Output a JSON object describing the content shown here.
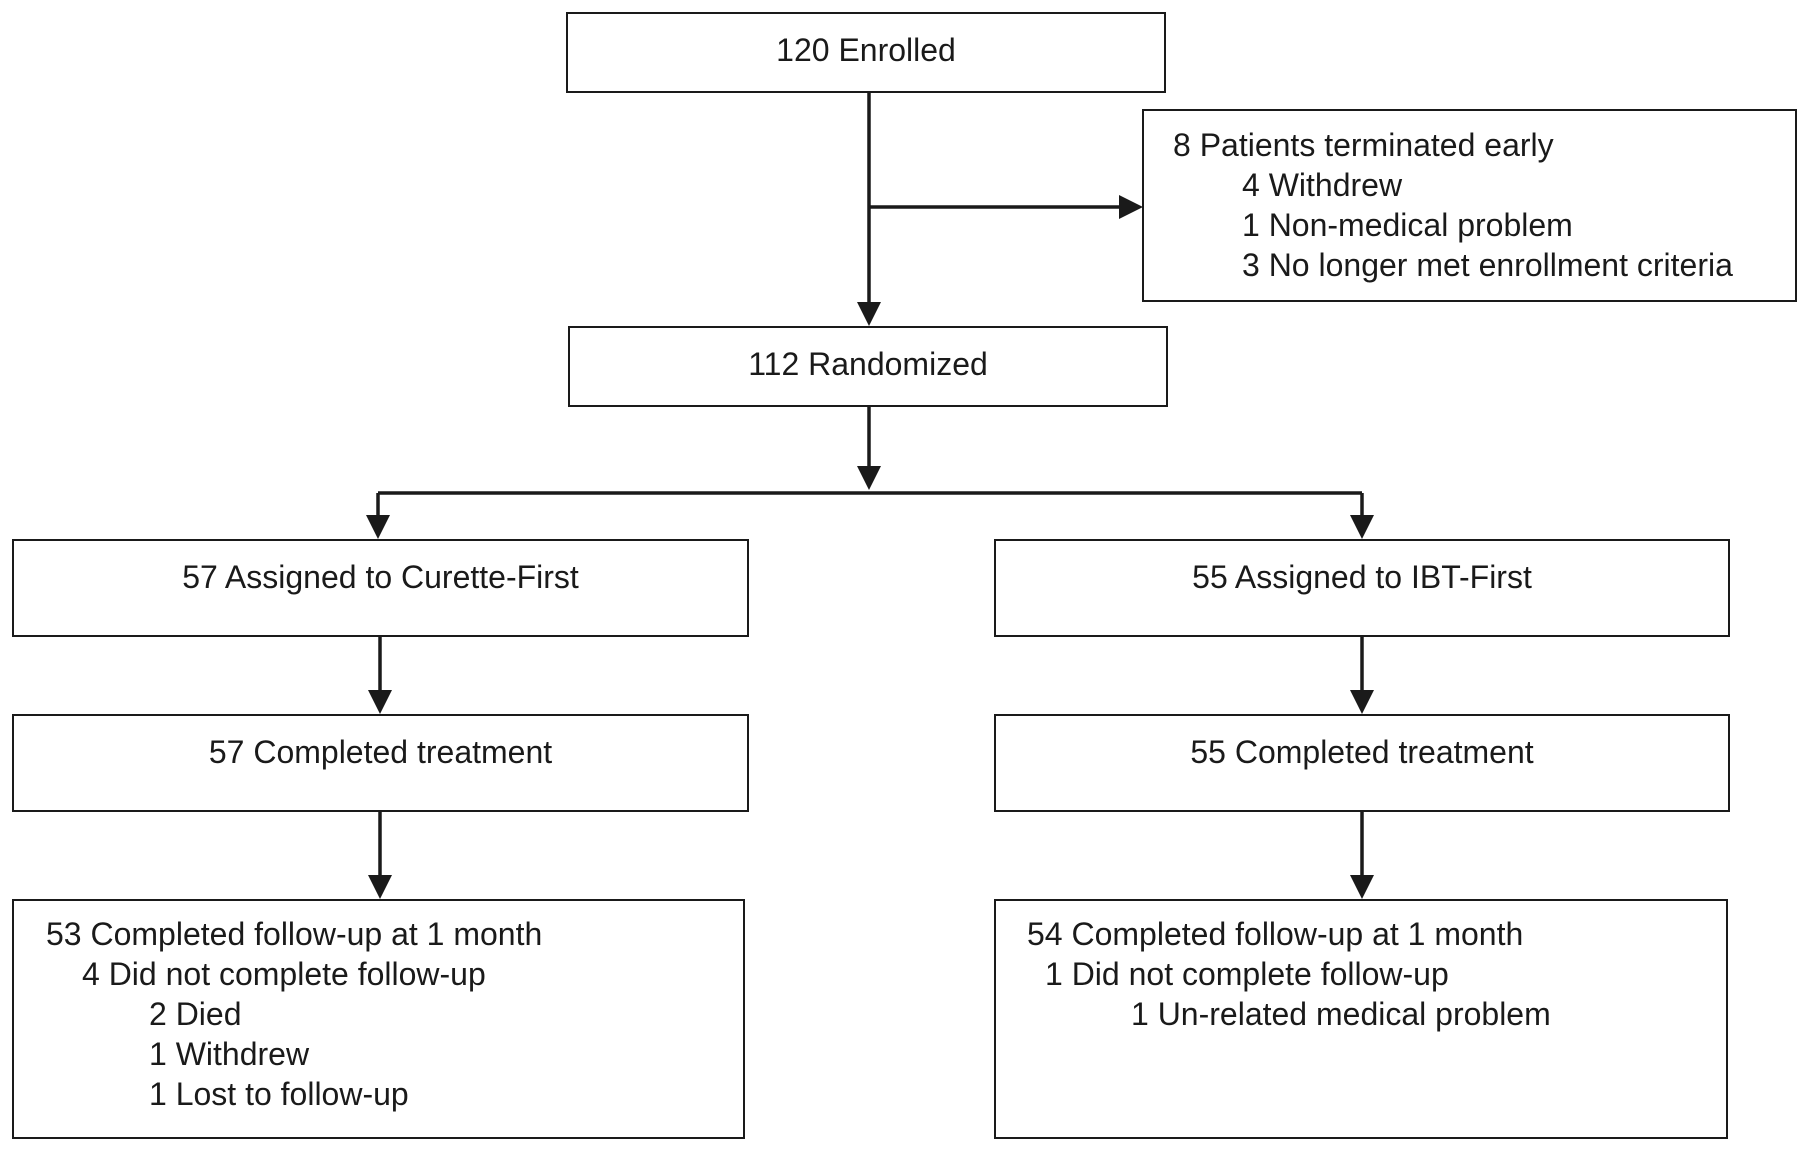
{
  "enrolled": {
    "text": "120 Enrolled"
  },
  "terminated": {
    "title": "8 Patients terminated early",
    "items": [
      "4 Withdrew",
      "1 Non-medical problem",
      "3 No longer met enrollment criteria"
    ]
  },
  "randomized": {
    "text": "112 Randomized"
  },
  "curette_arm": {
    "assigned": "57 Assigned to Curette-First",
    "completed": "57 Completed treatment",
    "followup": {
      "completed": "53 Completed follow-up at 1 month",
      "not_completed": "4 Did not complete follow-up",
      "reasons": [
        "2 Died",
        "1 Withdrew",
        "1 Lost to follow-up"
      ]
    }
  },
  "ibt_arm": {
    "assigned": "55 Assigned to IBT-First",
    "completed": "55 Completed treatment",
    "followup": {
      "completed": "54 Completed follow-up at 1 month",
      "not_completed": "1 Did not complete follow-up",
      "reasons": [
        "1 Un-related medical problem"
      ]
    }
  },
  "colors": {
    "ink": "#1a1a1a",
    "background": "#ffffff"
  }
}
